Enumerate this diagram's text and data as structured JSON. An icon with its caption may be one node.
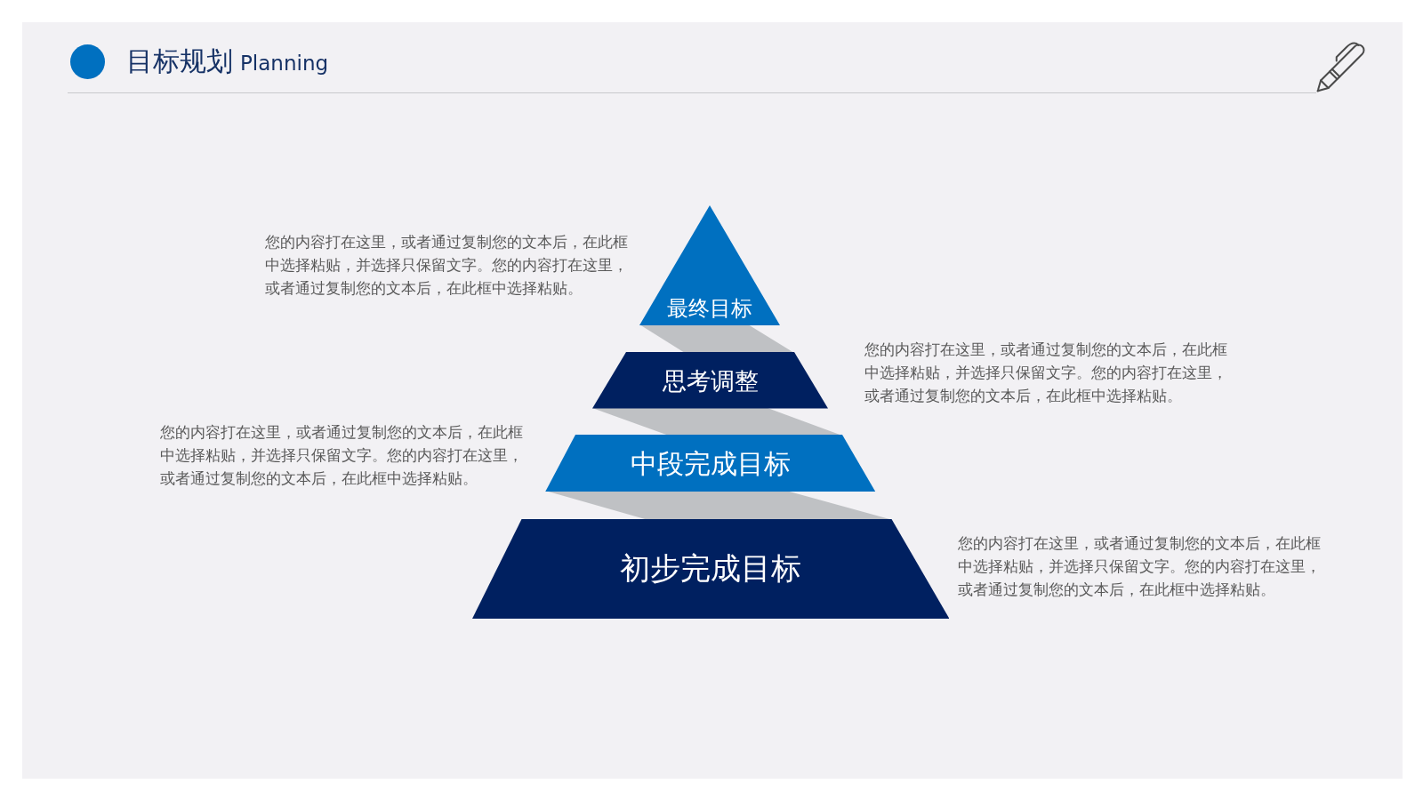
{
  "diagram": {
    "title": "目标规划",
    "nodes": [
      {
        "text": [
          "最终目标"
        ],
        "beside": [
          "您的内容打在这里，或者通过复制您的文本后，在此框中选择粘贴，并选择只保留文字。您的内容打在这里，或者通过复制您的文本后，在此框中选择粘贴。"
        ]
      },
      {
        "text": [
          "思考调整"
        ],
        "beside": [
          "您的内容打在这里，或者通过复制您的文本后，在此框中选择粘贴，并选择只保留文字。您的内容打在这里，或者通过复制您的文本后，在此框中选择粘贴。"
        ]
      },
      {
        "text": [
          "中段完成目标"
        ],
        "beside": [
          "您的内容打在这里，或者通过复制您的文本后，在此框中选择粘贴，并选择只保留文字。您的内容打在这里，或者通过复制您的文本后，在此框中选择粘贴。"
        ]
      },
      {
        "text": [
          "初步完成目标"
        ],
        "beside": [
          "您的内容打在这里，或者通过复制您的文本后，在此框中选择粘贴，并选择只保留文字。您的内容打在这里，或者通过复制您的文本后，在此框中选择粘贴。"
        ]
      }
    ],
    "labels": [
      "Planning"
    ]
  }
}
